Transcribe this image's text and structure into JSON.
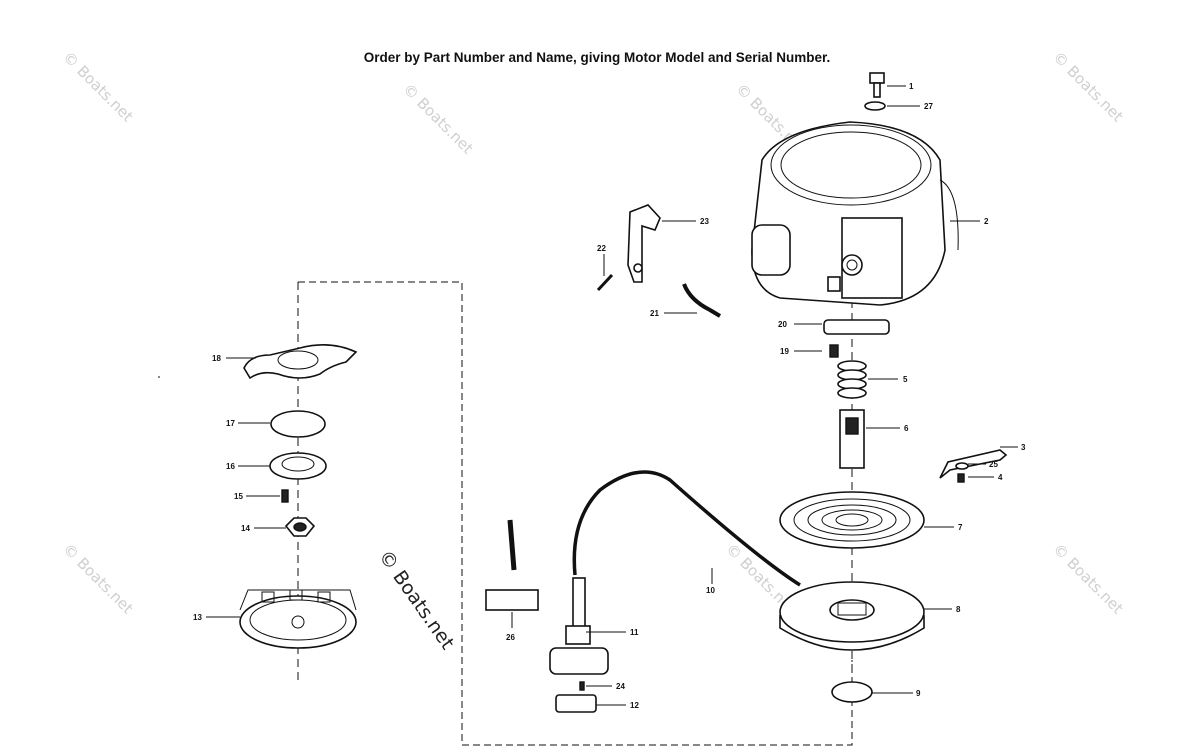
{
  "header": {
    "instruction": "Order by Part Number and Name, giving Motor Model and Serial Number."
  },
  "watermark": {
    "text": "© Boats.net",
    "center_text": "© Boats.net"
  },
  "callouts": [
    {
      "id": "callout-1",
      "num": "1"
    },
    {
      "id": "callout-27",
      "num": "27"
    },
    {
      "id": "callout-2",
      "num": "2"
    },
    {
      "id": "callout-23",
      "num": "23"
    },
    {
      "id": "callout-22",
      "num": "22"
    },
    {
      "id": "callout-21",
      "num": "21"
    },
    {
      "id": "callout-20",
      "num": "20"
    },
    {
      "id": "callout-19",
      "num": "19"
    },
    {
      "id": "callout-5",
      "num": "5"
    },
    {
      "id": "callout-6",
      "num": "6"
    },
    {
      "id": "callout-3",
      "num": "3"
    },
    {
      "id": "callout-25",
      "num": "25"
    },
    {
      "id": "callout-4",
      "num": "4"
    },
    {
      "id": "callout-7",
      "num": "7"
    },
    {
      "id": "callout-8",
      "num": "8"
    },
    {
      "id": "callout-9",
      "num": "9"
    },
    {
      "id": "callout-10",
      "num": "10"
    },
    {
      "id": "callout-11",
      "num": "11"
    },
    {
      "id": "callout-24",
      "num": "24"
    },
    {
      "id": "callout-12",
      "num": "12"
    },
    {
      "id": "callout-26",
      "num": "26"
    },
    {
      "id": "callout-18",
      "num": "18"
    },
    {
      "id": "callout-17",
      "num": "17"
    },
    {
      "id": "callout-16",
      "num": "16"
    },
    {
      "id": "callout-15",
      "num": "15"
    },
    {
      "id": "callout-14",
      "num": "14"
    },
    {
      "id": "callout-13",
      "num": "13"
    }
  ]
}
